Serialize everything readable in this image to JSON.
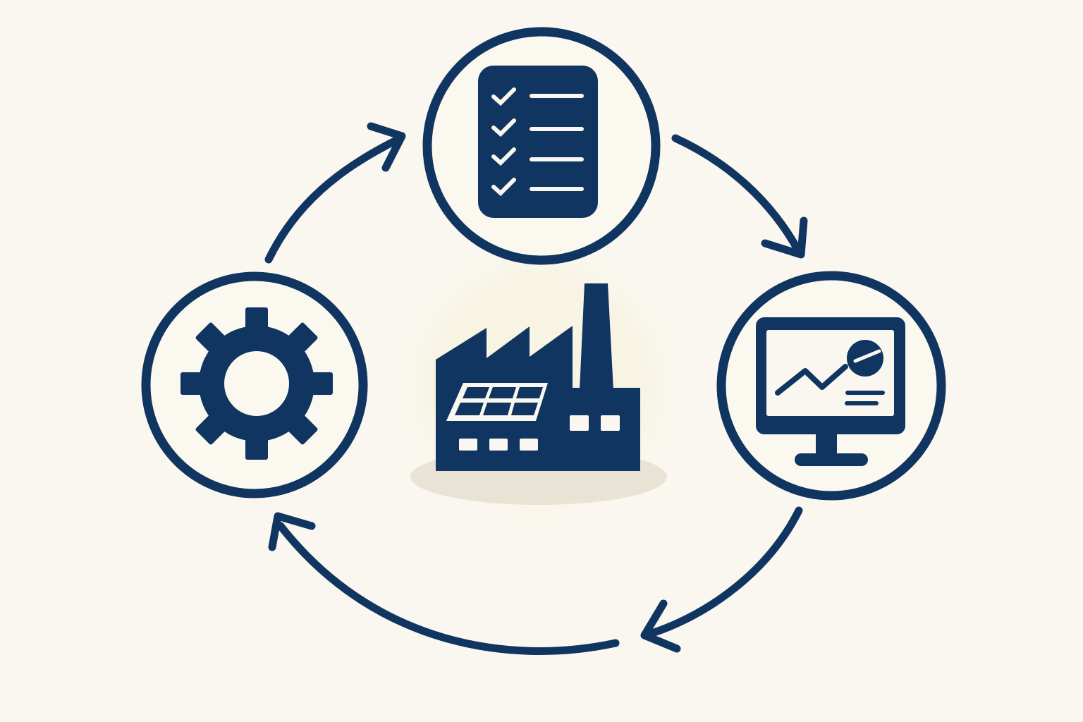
{
  "diagram": {
    "type": "cycle",
    "center": {
      "icon": "factory-icon",
      "label": ""
    },
    "nodes": [
      {
        "id": "checklist",
        "icon": "checklist-icon",
        "label": ""
      },
      {
        "id": "monitor",
        "icon": "monitor-chart-icon",
        "label": ""
      },
      {
        "id": "gear",
        "icon": "gear-icon",
        "label": ""
      }
    ],
    "flow": [
      {
        "from": "gear",
        "to": "checklist"
      },
      {
        "from": "checklist",
        "to": "monitor"
      },
      {
        "from": "monitor",
        "to": "gear"
      }
    ],
    "direction": "clockwise"
  },
  "colors": {
    "background": "#faf7f0",
    "ink": "#0f3560",
    "node_fill": "#fbf9ef",
    "glow": "#f6f3e2",
    "ground_shadow": "#e9e3d6"
  }
}
